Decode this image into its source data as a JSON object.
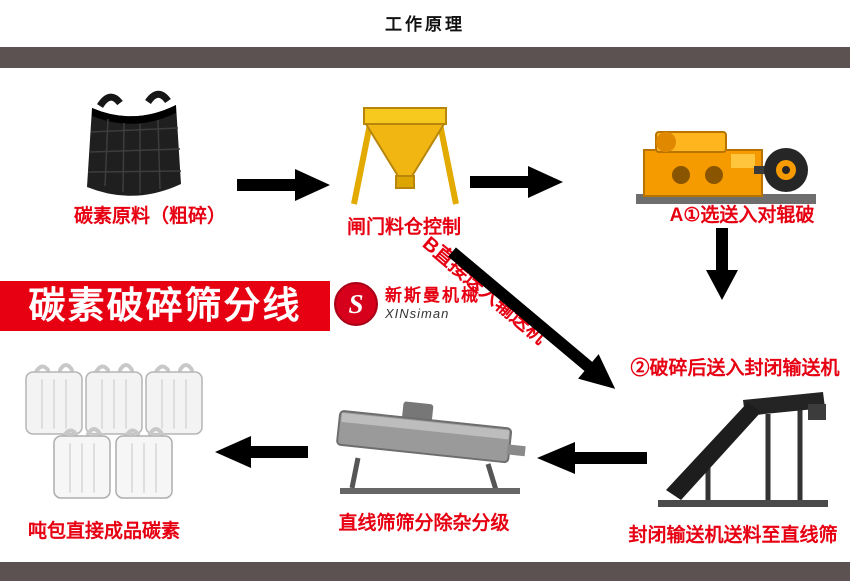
{
  "header": {
    "title": "工作原理"
  },
  "banner": {
    "label": "碳素破碎筛分线"
  },
  "logo": {
    "brand_cn": "新斯曼机械",
    "brand_en": "XINsiman",
    "monogram": "S"
  },
  "flow": {
    "step1_label": "碳素原料（粗碎）",
    "step2_label": "闸门料仓控制",
    "step3_label": "A①选送入对辊破",
    "step4_label": "②破碎后送入封闭输送机",
    "step5_label": "封闭输送机送料至直线筛",
    "step6_label": "直线筛筛分除杂分级",
    "step7_label": "吨包直接成品碳素",
    "bypass_label": "B直接送入输送机"
  },
  "colors": {
    "accent_red": "#e60012",
    "divider_bar": "#5d5252",
    "hopper_yellow": "#f2b612",
    "crusher_orange": "#f59b00"
  }
}
